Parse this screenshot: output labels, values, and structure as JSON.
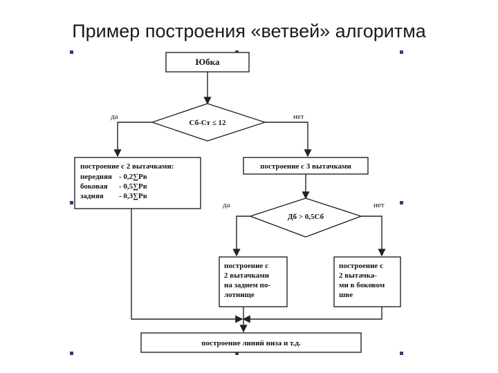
{
  "title": "Пример построения «ветвей» алгоритма",
  "diagram": {
    "start": "Юбка",
    "decision1": "Сб-Ст ≤ 12",
    "yes1": "да",
    "no1": "нет",
    "left_box": {
      "head": "построение с 2 вытачками:",
      "rows": [
        [
          "передняя",
          "- 0,2∑Рв"
        ],
        [
          "боковая",
          "- 0,5∑Рв"
        ],
        [
          "задняя",
          "- 0,3∑Рв"
        ]
      ]
    },
    "right_box": "построение с 3 вытачками",
    "decision2": "Дб > 0,5Сб",
    "yes2": "да",
    "no2": "нет",
    "box_yes2": [
      "построение с",
      "2 вытачками",
      "на заднем по-",
      "лотнище"
    ],
    "box_no2": [
      "построение с",
      "2 вытачка-",
      "ми в боковом",
      "шве"
    ],
    "final": "построение линий низа и т.д."
  }
}
